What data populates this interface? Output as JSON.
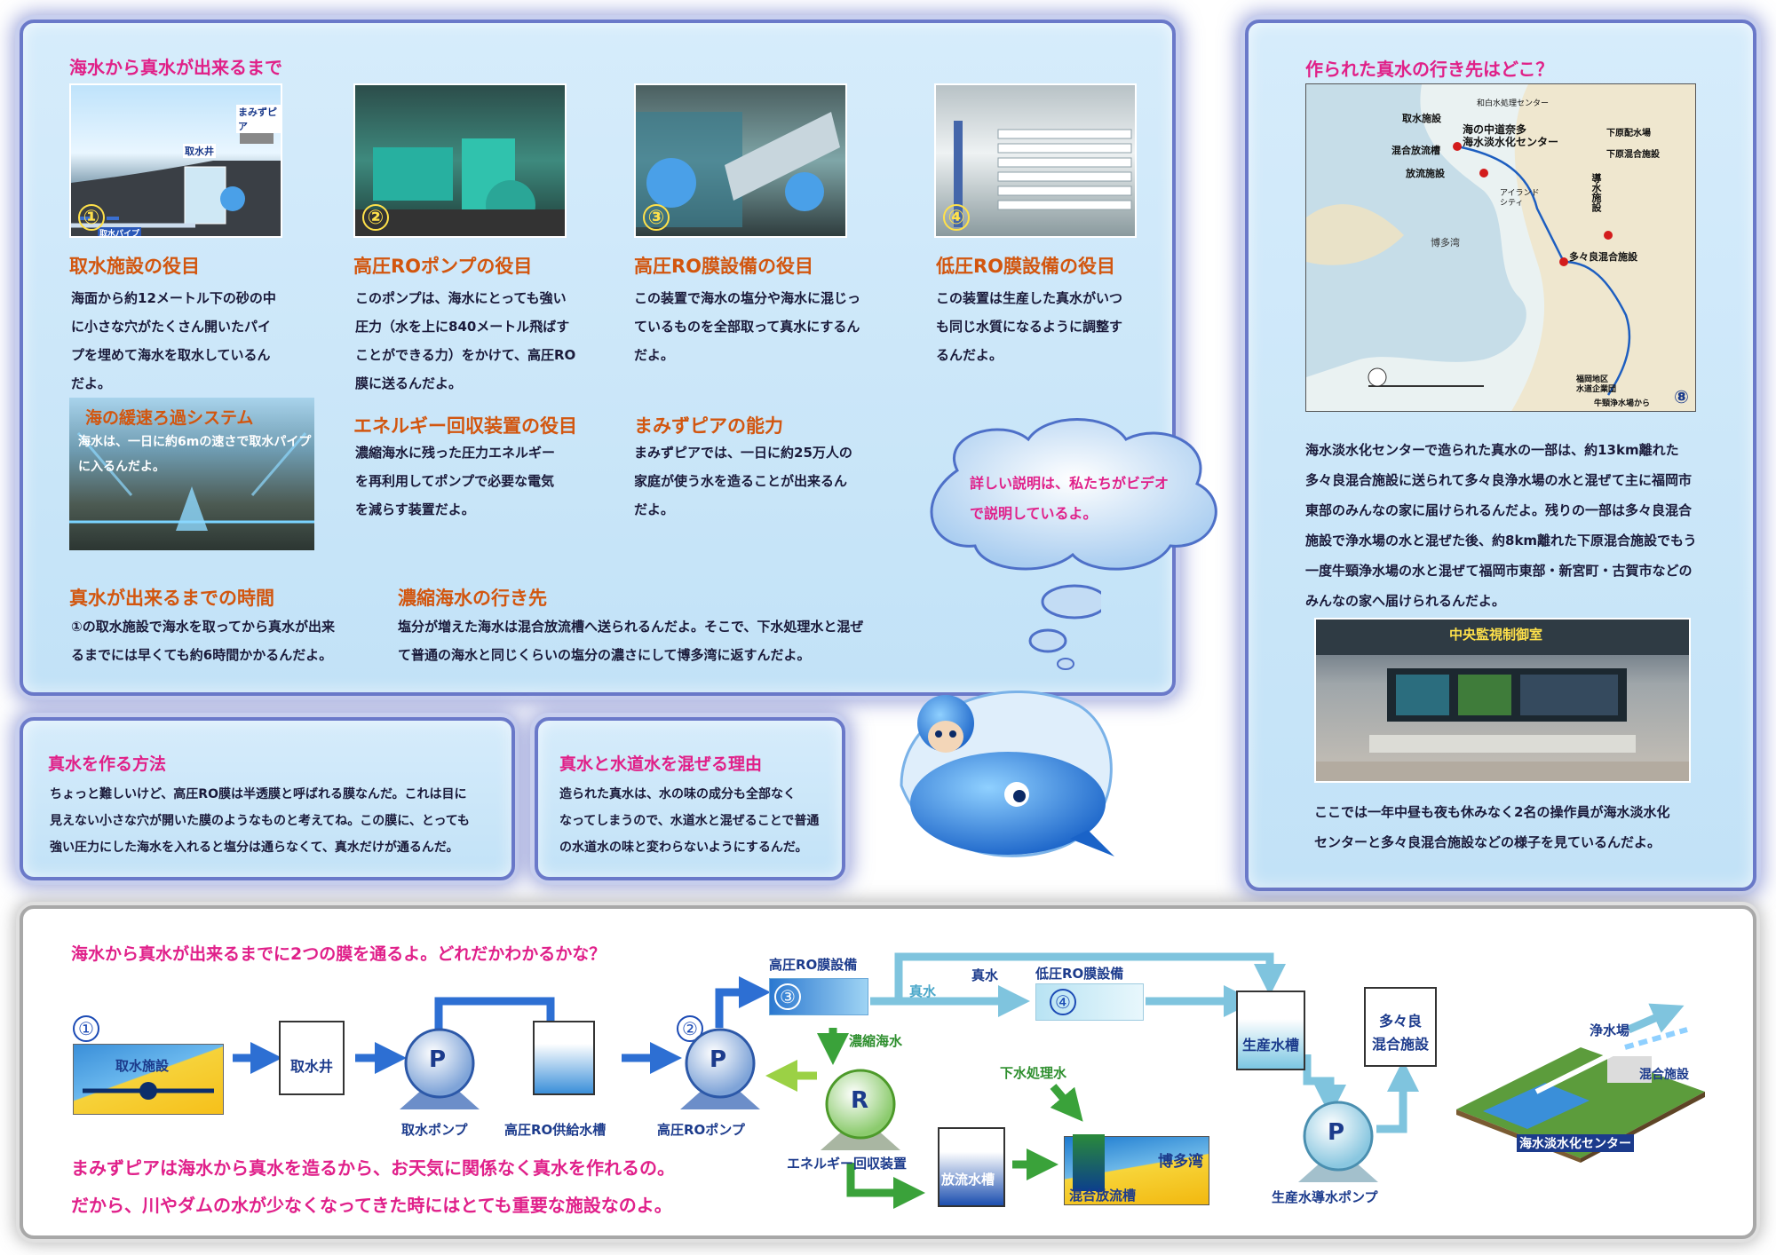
{
  "main": {
    "title": "海水から真水が出来るまで",
    "photo_numbers": [
      "①",
      "②",
      "③",
      "④"
    ],
    "sections": [
      {
        "title": "取水施設の役目",
        "lines": [
          "海面から約12メートル下の砂の中",
          "に小さな穴がたくさん開いたパイ",
          "プを埋めて海水を取水しているん",
          "だよ。"
        ]
      },
      {
        "title": "高圧ROポンプの役目",
        "lines": [
          "このポンプは、海水にとっても強い",
          "圧力（水を上に840メートル飛ばす",
          "ことができる力）をかけて、高圧RO",
          "膜に送るんだよ。"
        ]
      },
      {
        "title": "高圧RO膜設備の役目",
        "lines": [
          "この装置で海水の塩分や海水に混じっ",
          "ているものを全部取って真水にするん",
          "だよ。"
        ]
      },
      {
        "title": "低圧RO膜設備の役目",
        "lines": [
          "この装置は生産した真水がいつ",
          "も同じ水質になるように調整す",
          "るんだよ。"
        ]
      }
    ],
    "system": {
      "title": "海の緩速ろ過システム",
      "lines": [
        "海水は、一日に約6mの速さで取水パイプ",
        "に入るんだよ。"
      ]
    },
    "photo1_labels": {
      "intake_well": "取水井",
      "mamizupia": "まみずピア",
      "pipe": "取水パイプ"
    },
    "energy": {
      "title": "エネルギー回収装置の役目",
      "lines": [
        "濃縮海水に残った圧力エネルギー",
        "を再利用してポンプで必要な電気",
        "を減らす装置だよ。"
      ]
    },
    "capacity": {
      "title": "まみずピアの能力",
      "lines": [
        "まみずピアでは、一日に約25万人の",
        "家庭が使う水を造ることが出来るん",
        "だよ。"
      ]
    },
    "time": {
      "title": "真水が出来るまでの時間",
      "lines": [
        "①の取水施設で海水を取ってから真水が出来",
        "るまでには早くても約6時間かかるんだよ。"
      ]
    },
    "brine": {
      "title": "濃縮海水の行き先",
      "lines": [
        "塩分が増えた海水は混合放流槽へ送られるんだよ。そこで、下水処理水と混ぜ",
        "て普通の海水と同じくらいの塩分の濃さにして博多湾に返すんだよ。"
      ]
    }
  },
  "method": {
    "title": "真水を作る方法",
    "lines": [
      "ちょっと難しいけど、高圧RO膜は半透膜と呼ばれる膜なんだ。これは目に",
      "見えない小さな穴が開いた膜のようなものと考えてね。この膜に、とっても",
      "強い圧力にした海水を入れると塩分は通らなくて、真水だけが通るんだ。"
    ]
  },
  "mixing": {
    "title": "真水と水道水を混ぜる理由",
    "lines": [
      "造られた真水は、水の味の成分も全部なく",
      "なってしまうので、水道水と混ぜることで普通",
      "の水道水の味と変わらないようにするんだ。"
    ]
  },
  "bubble": {
    "lines": [
      "詳しい説明は、私たちがビデオ",
      "で説明しているよ。"
    ]
  },
  "destination": {
    "title": "作られた真水の行き先はどこ？",
    "map_labels": {
      "intake": "取水施設",
      "mixing_tank": "混合放流槽",
      "center": "海の中道奈多\n海水淡水化センター",
      "discharge": "放流施設",
      "aqueduct": "導水施設",
      "tatara": "多々良混合施設",
      "shimobaru_station": "下原配水場",
      "shimobaru": "下原混合施設",
      "bay": "博多湾",
      "ushikubi": "牛頸浄水場から",
      "fukuoka_office": "福岡地区\n水道企業団",
      "ikenogawa": "和白水処理センター",
      "island": "アイランド\nシティ",
      "map_num": "⑧"
    },
    "lines": [
      "海水淡水化センターで造られた真水の一部は、約13km離れた",
      "多々良混合施設に送られて多々良浄水場の水と混ぜて主に福岡市",
      "東部のみんなの家に届けられるんだよ。残りの一部は多々良混合",
      "施設で浄水場の水と混ぜた後、約8km離れた下原混合施設でもう",
      "一度牛頸浄水場の水と混ぜて福岡市東部・新宮町・古賀市などの",
      "みんなの家へ届けられるんだよ。"
    ],
    "control_room": "中央監視制御室",
    "control_lines": [
      "ここでは一年中昼も夜も休みなく2名の操作員が海水淡水化",
      "センターと多々良混合施設などの様子を見ているんだよ。"
    ]
  },
  "flow": {
    "title": "海水から真水が出来るまでに2つの膜を通るよ。どれだかわかるかな？",
    "nums": [
      "①",
      "②",
      "③",
      "④"
    ],
    "intake_facility": "取水施設",
    "intake_well": "取水井",
    "intake_pump": "取水ポンプ",
    "supply_tank": "高圧RO供給水槽",
    "hp_pump": "高圧ROポンプ",
    "hp_membrane": "高圧RO膜設備",
    "fresh1": "真水",
    "fresh2": "真水",
    "lp_membrane": "低圧RO膜設備",
    "concentrate": "濃縮海水",
    "energy": "エネルギー回収装置",
    "sewage": "下水処理水",
    "discharge_tank": "放流水槽",
    "mix_tank": "混合放流槽",
    "hakata": "博多湾",
    "product_tank": "生産水槽",
    "product_pump": "生産水導水ポンプ",
    "tatara": "多々良",
    "tatara_mix": "混合施設",
    "pump_letter": "P",
    "r_letter": "R",
    "iso_labels": {
      "jousuijou": "浄水場",
      "kongou": "混合施設",
      "center": "海水淡水化センター"
    },
    "closing": [
      "まみずピアは海水から真水を造るから、お天気に関係なく真水を作れるの。",
      "だから、川やダムの水が少なくなってきた時にはとても重要な施設なのよ。"
    ]
  },
  "colors": {
    "heading": "#e02088",
    "subheading": "#d2560f",
    "text": "#1a1a3a",
    "panel": "#c8e6f8",
    "border": "#6a79c9"
  }
}
